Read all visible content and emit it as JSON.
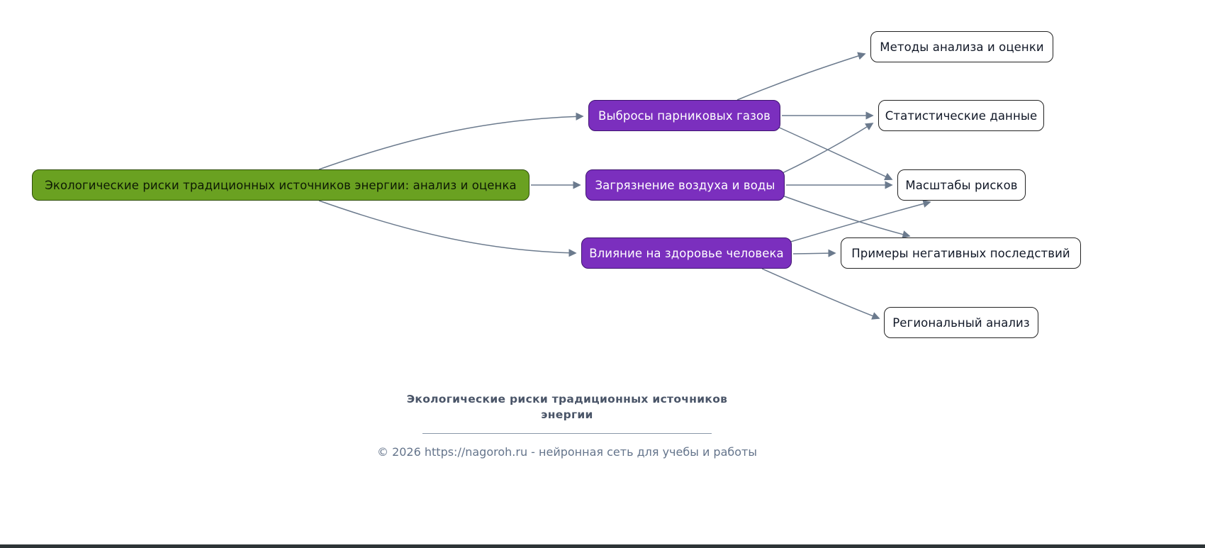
{
  "diagram": {
    "type": "mindmap",
    "background": "#ffffff",
    "palette": {
      "root_fill": "#6aa121",
      "branch_fill": "#7b2fbe",
      "leaf_fill": "#ffffff",
      "edge_color": "#6b7a8d",
      "root_text": "#0e1a04",
      "branch_text": "#ffffff",
      "leaf_text": "#111827"
    }
  },
  "nodes": {
    "root": {
      "label": "Экологические риски традиционных источников энергии: анализ и оценка"
    },
    "emissions": {
      "label": "Выбросы парниковых газов"
    },
    "pollution": {
      "label": "Загрязнение воздуха и воды"
    },
    "health": {
      "label": "Влияние на здоровье человека"
    },
    "methods": {
      "label": "Методы анализа и оценки"
    },
    "stats": {
      "label": "Статистические данные"
    },
    "scale": {
      "label": "Масштабы рисков"
    },
    "examples": {
      "label": "Примеры негативных последствий"
    },
    "regional": {
      "label": "Региональный анализ"
    }
  },
  "edges": [
    {
      "from": "root",
      "to": "emissions"
    },
    {
      "from": "root",
      "to": "pollution"
    },
    {
      "from": "root",
      "to": "health"
    },
    {
      "from": "emissions",
      "to": "methods"
    },
    {
      "from": "emissions",
      "to": "stats"
    },
    {
      "from": "emissions",
      "to": "scale"
    },
    {
      "from": "pollution",
      "to": "stats"
    },
    {
      "from": "pollution",
      "to": "scale"
    },
    {
      "from": "pollution",
      "to": "examples"
    },
    {
      "from": "health",
      "to": "scale"
    },
    {
      "from": "health",
      "to": "examples"
    },
    {
      "from": "health",
      "to": "regional"
    }
  ],
  "footer": {
    "title_line1": "Экологические риски традиционных источников",
    "title_line2": "энергии",
    "copyright": "© 2026 https://nagoroh.ru - нейронная сеть для учебы и работы"
  }
}
